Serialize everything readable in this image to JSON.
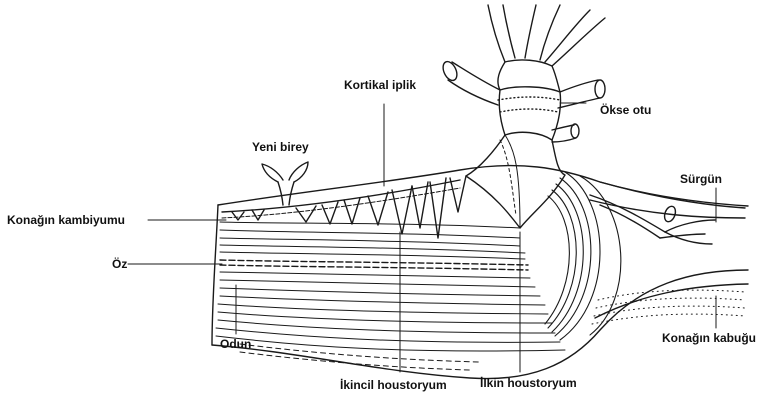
{
  "diagram": {
    "labels": {
      "kortikal_iplik": "Kortikal iplik",
      "okse_otu": "Ökse otu",
      "yeni_birey": "Yeni birey",
      "surgun": "Sürgün",
      "konagin_kambiyumu": "Konağın kambiyumu",
      "oz": "Öz",
      "odun": "Odun",
      "konagin_kabugu": "Konağın kabuğu",
      "ikincil_houstoryum": "İkincil houstoryum",
      "ilkin_houstoryum": "İlkin houstoryum"
    },
    "colors": {
      "ink": "#1a1a1a",
      "background": "#ffffff"
    }
  }
}
